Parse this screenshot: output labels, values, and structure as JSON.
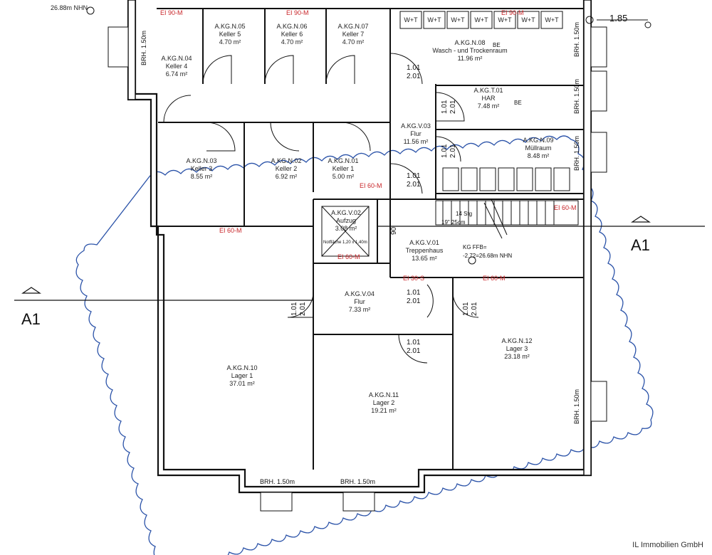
{
  "rooms": [
    {
      "id": "A.KG.N.05",
      "name": "Keller 5",
      "area": "4.70 m²"
    },
    {
      "id": "A.KG.N.06",
      "name": "Keller 6",
      "area": "4.70 m²"
    },
    {
      "id": "A.KG.N.07",
      "name": "Keller 7",
      "area": "4.70 m²"
    },
    {
      "id": "A.KG.N.04",
      "name": "Keller 4",
      "area": "6.74 m²"
    },
    {
      "id": "A.KG.N.08",
      "name": "Wasch - und Trockenraum",
      "area": "11.96 m²"
    },
    {
      "id": "A.KG.T.01",
      "name": "HAR",
      "area": "7.48 m²"
    },
    {
      "id": "A.KG.V.03",
      "name": "Flur",
      "area": "11.56 m²"
    },
    {
      "id": "A.KG.N.09",
      "name": "Müllraum",
      "area": "8.48 m²"
    },
    {
      "id": "A.KG.N.03",
      "name": "Keller 3",
      "area": "8.55 m²"
    },
    {
      "id": "A.KG.N.02",
      "name": "Keller 2",
      "area": "6.92 m²"
    },
    {
      "id": "A.KG.N.01",
      "name": "Keller 1",
      "area": "5.00 m²"
    },
    {
      "id": "A.KG.V.02",
      "name": "Aufzug",
      "area": "3.08 m²"
    },
    {
      "id": "A.KG.V.01",
      "name": "Treppenhaus",
      "area": "13.65 m²"
    },
    {
      "id": "A.KG.V.04",
      "name": "Flur",
      "area": "7.33 m²"
    },
    {
      "id": "A.KG.N.10",
      "name": "Lager 1",
      "area": "37.01 m²"
    },
    {
      "id": "A.KG.N.11",
      "name": "Lager 2",
      "area": "19.21 m²"
    },
    {
      "id": "A.KG.N.12",
      "name": "Lager 3",
      "area": "23.18 m²"
    }
  ],
  "fire_labels": [
    "EI 90-M",
    "EI 90-M",
    "EI 90-M",
    "EI 60-M",
    "EI 60-M",
    "EI 60-M",
    "EI 60-M",
    "EI 60-M",
    "EI 30-S"
  ],
  "door_dims": [
    "1.01",
    "2.01"
  ],
  "window_label": "BRH. 1.50m",
  "washer_label": "W+T",
  "elevation_top": "26.88m NHN",
  "level_marker": "1.85",
  "stair_note": "19\" 25cm",
  "stair_count": "14 Stg",
  "elevator_note": "Notfläche 1,20 x 1,40m",
  "kg_ffb": "KG FFB=",
  "kg_ffb_value": "-2.72=26.68m NHN",
  "section_label": "A1",
  "dim_90": "90",
  "be_tag": "BE",
  "footer": "IL Immobilien GmbH"
}
